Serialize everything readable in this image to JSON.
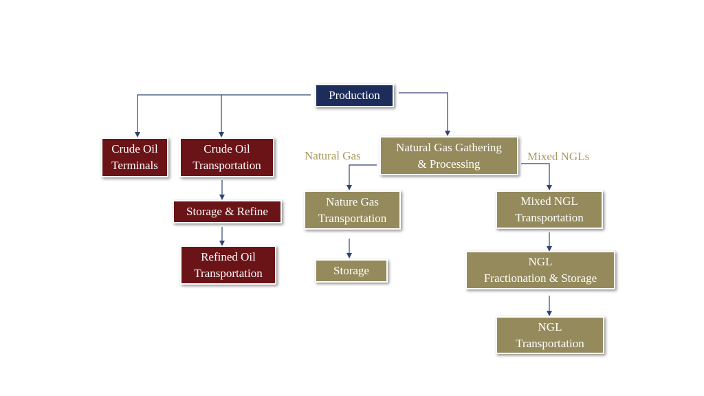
{
  "colors": {
    "navy": "#1c2d5c",
    "maroon": "#6b1418",
    "olive": "#948a5c",
    "connector": "#2e4470",
    "label_text": "#a89a62"
  },
  "nodes": {
    "production": "Production",
    "crude_oil_terminals": "Crude Oil\nTerminals",
    "crude_oil_transportation": "Crude Oil\nTransportation",
    "storage_refine": "Storage & Refine",
    "refined_oil_transportation": "Refined Oil\nTransportation",
    "natural_gas_gathering": "Natural Gas Gathering\n& Processing",
    "nature_gas_transportation": "Nature Gas\nTransportation",
    "storage": "Storage",
    "mixed_ngl_transportation": "Mixed NGL\nTransportation",
    "ngl_fractionation_storage": "NGL\nFractionation & Storage",
    "ngl_transportation": "NGL\nTransportation"
  },
  "edge_labels": {
    "natural_gas": "Natural Gas",
    "mixed_ngls": "Mixed NGLs"
  }
}
